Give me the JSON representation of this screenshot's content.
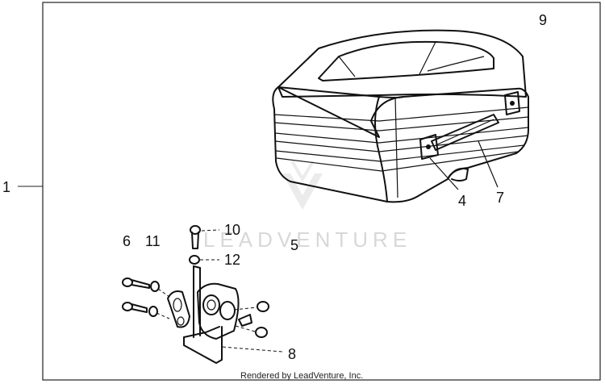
{
  "callouts": {
    "c1": "1",
    "c9": "9",
    "c4": "4",
    "c7": "7",
    "c5": "5",
    "c6": "6",
    "c11": "11",
    "c10": "10",
    "c12": "12",
    "c8": "8"
  },
  "watermark": "LEADVENTURE",
  "footer": "Rendered by LeadVenture, Inc."
}
